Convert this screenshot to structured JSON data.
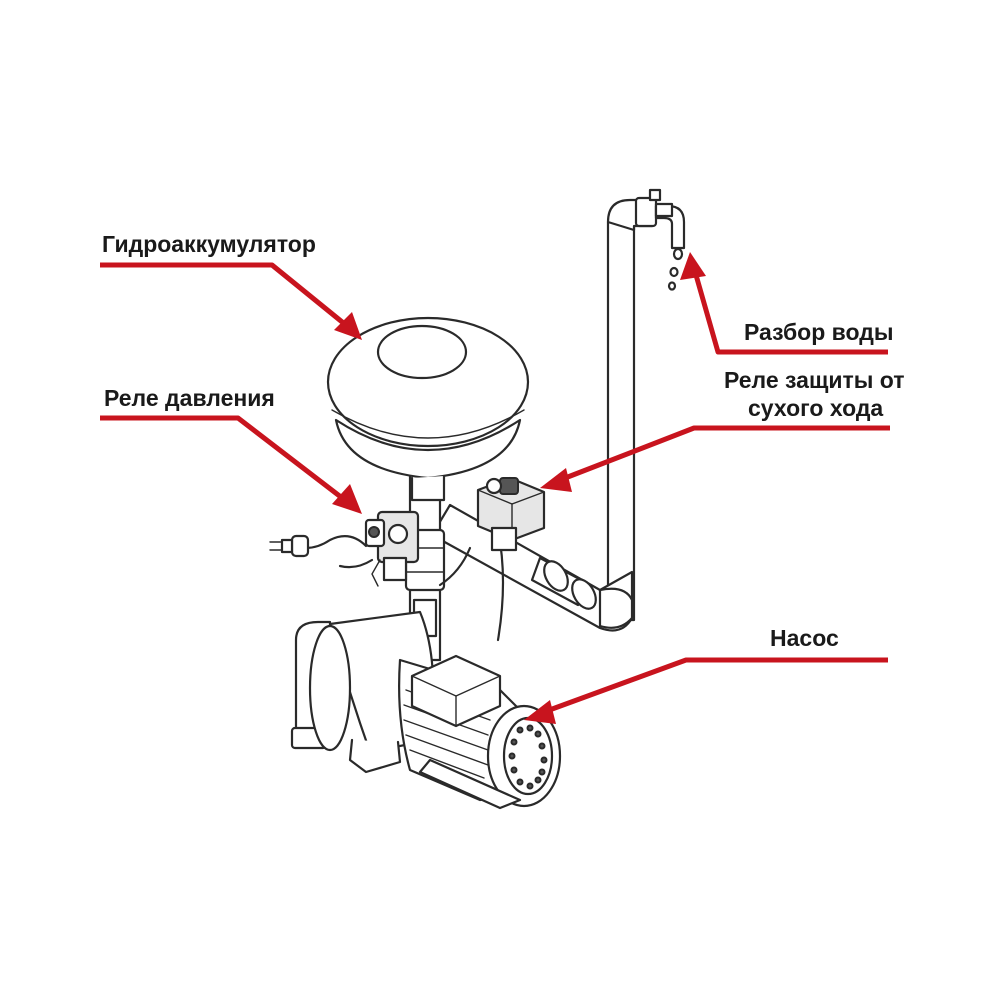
{
  "colors": {
    "arrow": "#c8141e",
    "line": "#2a2a2a",
    "fill_light": "#e6e6e6",
    "text": "#1a1a1a",
    "background": "#ffffff"
  },
  "labels": {
    "accumulator": "Гидроаккумулятор",
    "pressure_switch": "Реле давления",
    "water_outlet": "Разбор воды",
    "dry_run_line1": "Реле защиты от",
    "dry_run_line2": "сухого хода",
    "pump": "Насос"
  },
  "icons": {
    "faucet": "faucet-icon",
    "plug": "plug-icon"
  }
}
